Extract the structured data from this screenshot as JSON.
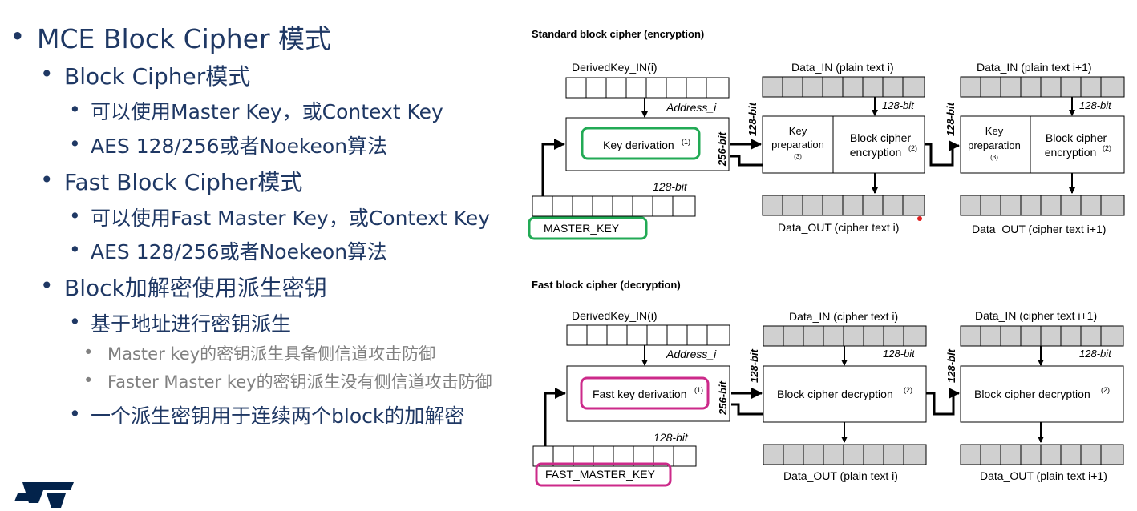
{
  "bullets": {
    "title": "MCE Block Cipher 模式",
    "block_mode": "Block Cipher模式",
    "block_mode_key": "可以使用Master Key，或Context Key",
    "block_mode_alg": "AES 128/256或者Noekeon算法",
    "fast_mode": "Fast Block Cipher模式",
    "fast_mode_key": "可以使用Fast Master Key，或Context Key",
    "fast_mode_alg": "AES 128/256或者Noekeon算法",
    "derived": "Block加解密使用派生密钥",
    "derived_addr": "基于地址进行密钥派生",
    "master_sc": "Master key的密钥派生具备侧信道攻击防御",
    "faster_sc": "Faster Master key的密钥派生没有侧信道攻击防御",
    "one_key": "一个派生密钥用于连续两个block的加解密"
  },
  "colors": {
    "text_blue": "#1f3864",
    "grey_text": "#808080",
    "green_highlight": "#22aa55",
    "magenta_highlight": "#cc2a8a",
    "cell_fill": "#d0d0d0",
    "logo_blue": "#03234b"
  },
  "logo": {
    "name": "ST logo",
    "icon": "st-logo-icon"
  },
  "diagram_top": {
    "heading": "Standard block cipher (encryption)",
    "derived_key_label": "DerivedKey_IN(i)",
    "address_label": "Address_i",
    "key_derivation": "Key derivation",
    "key_derivation_note": "(1)",
    "master_key": "MASTER_KEY",
    "bits_128_key": "128-bit",
    "bits_256": "256-bit",
    "bits_128_a": "128-bit",
    "bits_128_b": "128-bit",
    "bits_128_c": "128-bit",
    "bits_128_d": "128-bit",
    "data_in_1": "Data_IN (plain text i)",
    "data_in_2": "Data_IN (plain text i+1)",
    "key_prep_line1": "Key",
    "key_prep_line2": "preparation",
    "key_prep_note": "(3)",
    "cipher_line1": "Block cipher",
    "cipher_line2": "encryption",
    "cipher_note": "(2)",
    "data_out_1": "Data_OUT (cipher text i)",
    "data_out_2": "Data_OUT (cipher text i+1)"
  },
  "diagram_bottom": {
    "heading": "Fast block cipher (decryption)",
    "derived_key_label": "DerivedKey_IN(i)",
    "address_label": "Address_i",
    "key_derivation": "Fast key derivation",
    "key_derivation_note": "(1)",
    "master_key": "FAST_MASTER_KEY",
    "bits_128_key": "128-bit",
    "bits_256": "256-bit",
    "bits_128_a": "128-bit",
    "bits_128_b": "128-bit",
    "bits_128_c": "128-bit",
    "bits_128_d": "128-bit",
    "data_in_1": "Data_IN (cipher text i)",
    "data_in_2": "Data_IN (cipher text i+1)",
    "decrypt": "Block cipher decryption",
    "decrypt_note": "(2)",
    "data_out_1": "Data_OUT (plain text i)",
    "data_out_2": "Data_OUT (plain text i+1)"
  }
}
